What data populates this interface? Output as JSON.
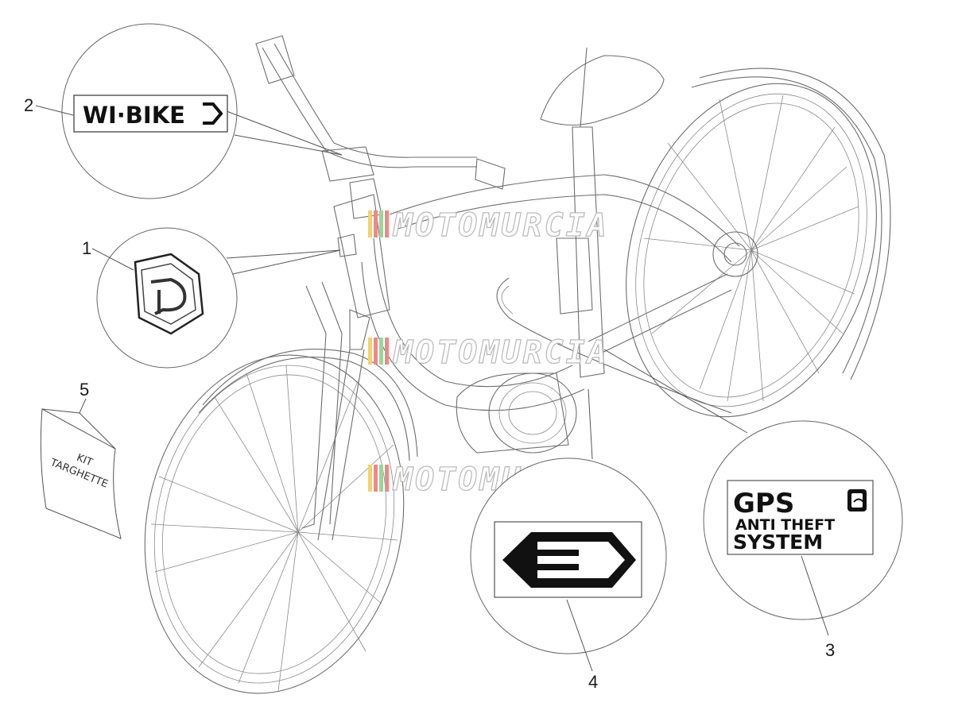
{
  "callouts": [
    {
      "number": "1"
    },
    {
      "number": "2"
    },
    {
      "number": "3"
    },
    {
      "number": "4"
    },
    {
      "number": "5"
    }
  ],
  "decals": {
    "wibike": "WI·BIKE",
    "gps_line1": "GPS",
    "gps_line2": "ANTI THEFT",
    "gps_line3": "SYSTEM",
    "kit_line1": "KIT",
    "kit_line2": "TARGHETTE"
  },
  "watermark": {
    "text": "MOTOMURCIA",
    "stripe_colors": [
      "#f3d36b",
      "#e98a8a",
      "#9fd39a"
    ]
  },
  "colors": {
    "line": "#6e6e6e",
    "ink": "#111111"
  }
}
